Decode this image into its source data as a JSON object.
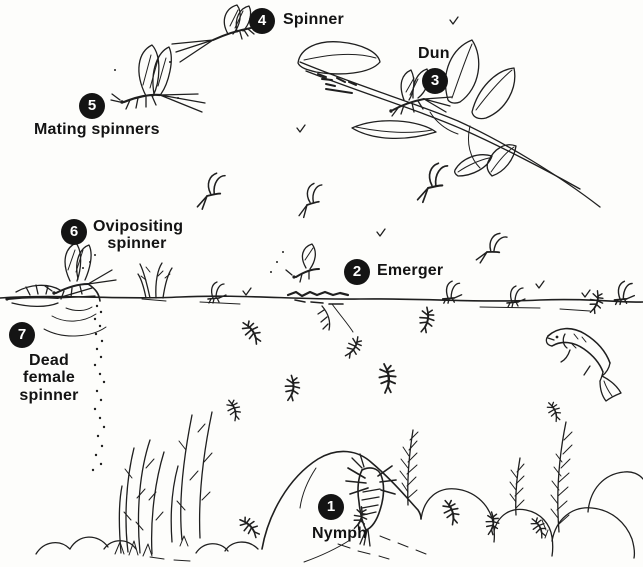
{
  "diagram": {
    "stages": [
      {
        "number": "1",
        "label": "Nymph"
      },
      {
        "number": "2",
        "label": "Emerger"
      },
      {
        "number": "3",
        "label": "Dun"
      },
      {
        "number": "4",
        "label": "Spinner"
      },
      {
        "number": "5",
        "label": "Mating spinners"
      },
      {
        "number": "6",
        "label": "Ovipositing\nspinner"
      },
      {
        "number": "7",
        "label": "Dead female\nspinner"
      }
    ],
    "colors": {
      "ink": "#1f1f1f",
      "badge_background": "#141414",
      "badge_text": "#ffffff",
      "background": "#fdfdfb"
    }
  }
}
